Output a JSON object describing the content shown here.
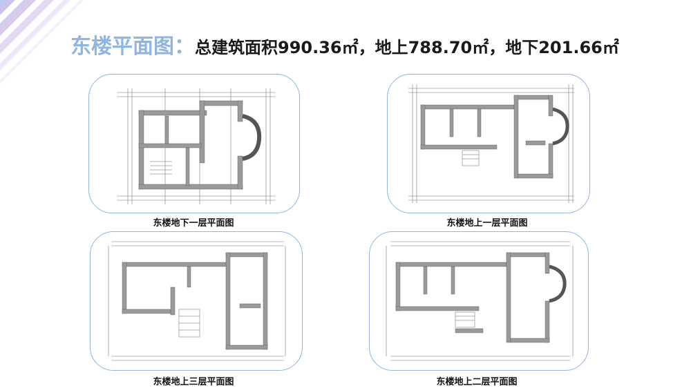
{
  "slide": {
    "title_lead": "东楼平面图：",
    "title_rest": "总建筑面积990.36㎡，地上788.70㎡，地下201.66㎡"
  },
  "plans": [
    {
      "id": "basement-1",
      "caption": "东楼地下一层平面图"
    },
    {
      "id": "floor-1",
      "caption": "东楼地上一层平面图"
    },
    {
      "id": "floor-3",
      "caption": "东楼地上三层平面图"
    },
    {
      "id": "floor-2",
      "caption": "东楼地上二层平面图"
    }
  ],
  "colors": {
    "accent": "#8fb5e3",
    "card_border": "#8fb4e6",
    "wall_fill": "#9a9a9a",
    "corner_pink": "#f7a8d8",
    "corner_blue": "#a9c8f2"
  }
}
